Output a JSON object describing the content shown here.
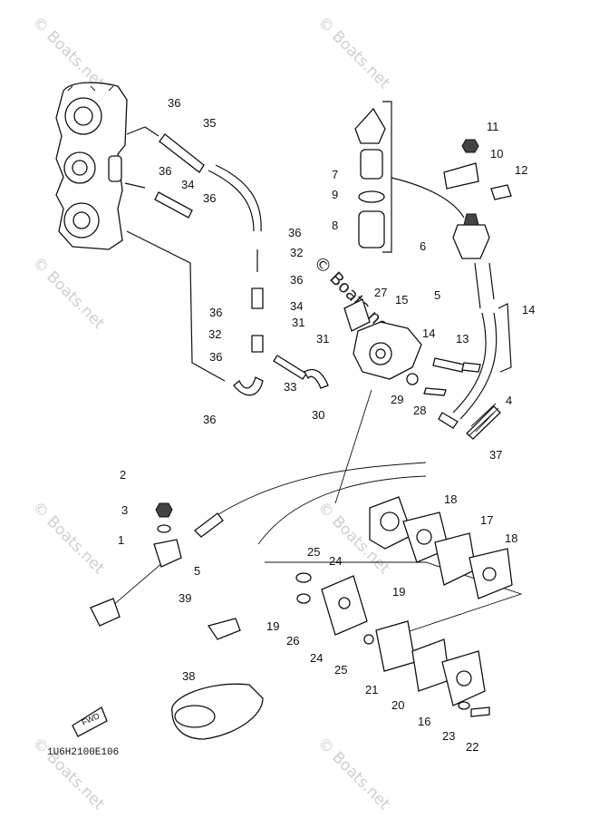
{
  "watermark": "© Boats.net",
  "diagram_code": "1U6H2100E106",
  "fwd_label": "FWD",
  "callouts": [
    "36",
    "35",
    "36",
    "34",
    "36",
    "36",
    "32",
    "36",
    "34",
    "36",
    "32",
    "31",
    "36",
    "33",
    "36",
    "30",
    "31",
    "11",
    "10",
    "12",
    "7",
    "9",
    "8",
    "6",
    "27",
    "15",
    "5",
    "14",
    "14",
    "13",
    "29",
    "28",
    "4",
    "37",
    "2",
    "3",
    "1",
    "5",
    "39",
    "38",
    "18",
    "17",
    "18",
    "25",
    "24",
    "19",
    "19",
    "26",
    "24",
    "25",
    "21",
    "20",
    "16",
    "23",
    "22"
  ]
}
